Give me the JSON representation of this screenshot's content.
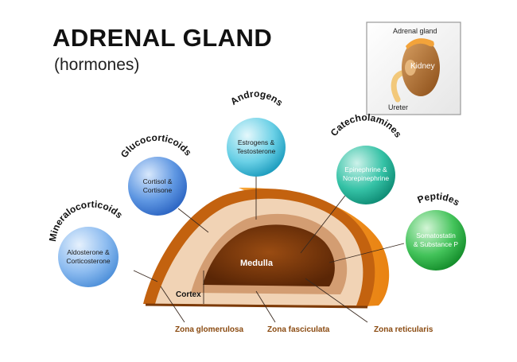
{
  "header": {
    "title": "ADRENAL GLAND",
    "subtitle": "(hormones)"
  },
  "inset": {
    "adrenal_label": "Adrenal gland",
    "kidney_label": "Kidney",
    "ureter_label": "Ureter"
  },
  "hormone_groups": [
    {
      "group": "Mineralocorticoids",
      "line1": "Aldosterone &",
      "line2": "Corticosterone"
    },
    {
      "group": "Glucocorticoids",
      "line1": "Cortisol &",
      "line2": "Cortisone"
    },
    {
      "group": "Androgens",
      "line1": "Estrogens &",
      "line2": "Testosterone"
    },
    {
      "group": "Catecholamines",
      "line1": "Epinephrine &",
      "line2": "Norepinephrine"
    },
    {
      "group": "Peptides",
      "line1": "Somatostatin",
      "line2": "& Substance P"
    }
  ],
  "gland": {
    "medulla_label": "Medulla",
    "cortex_label": "Cortex",
    "zones": [
      "Zona glomerulosa",
      "Zona fasciculata",
      "Zona reticularis"
    ]
  },
  "colors": {
    "mineralocorticoids": "#6fa8e8",
    "glucocorticoids": "#4a86dd",
    "androgens": "#4fc3dc",
    "catecholamines": "#23b39a",
    "peptides": "#2fb34a",
    "capsule": "#c2620f",
    "cortex": "#f0d2b4",
    "medulla": "#7a3a0c",
    "zone_text": "#8a4a10"
  }
}
